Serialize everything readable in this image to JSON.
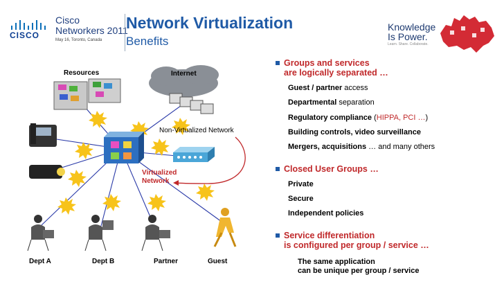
{
  "header": {
    "brand": "CISCO",
    "event_line1": "Cisco",
    "event_line2": "Networkers 2011",
    "event_small": "May 16, Toronto, Canada",
    "title": "Network Virtualization",
    "subtitle": "Benefits",
    "kp_line1": "Knowledge",
    "kp_line2": "Is Power.",
    "kp_tag": "Learn. Share. Collaborate."
  },
  "diagram": {
    "resources": "Resources",
    "internet": "Internet",
    "non_virtualized": "Non-Virtualized Network",
    "virtualized_l1": "Virtualized",
    "virtualized_l2": "Network",
    "dept_a": "Dept A",
    "dept_b": "Dept B",
    "partner": "Partner",
    "guest": "Guest"
  },
  "bullets": {
    "groups": {
      "l1": "Groups and services",
      "l2": "are logically separated …",
      "items": [
        {
          "bold": "Guest / partner",
          "rest": " access"
        },
        {
          "bold": "Departmental",
          "rest": " separation"
        },
        {
          "bold": "Regulatory compliance",
          "rest_pre": " (",
          "highlight": "HIPPA, PCI …",
          "rest": ")"
        },
        {
          "bold": "Building controls, video surveillance",
          "rest": ""
        },
        {
          "bold": "Mergers, acquisitions",
          "rest": " … and many others"
        }
      ]
    },
    "closed": {
      "l1": "Closed User Groups …",
      "items": [
        "Private",
        "Secure",
        "Independent policies"
      ]
    },
    "service": {
      "l1": "Service differentiation",
      "l2": "is configured per group / service …",
      "sub1": "The same application",
      "sub2": "can be unique per group / service"
    }
  },
  "colors": {
    "accent_blue": "#1f5aa6",
    "accent_red": "#c0282a",
    "starburst": "#f7c31a"
  }
}
